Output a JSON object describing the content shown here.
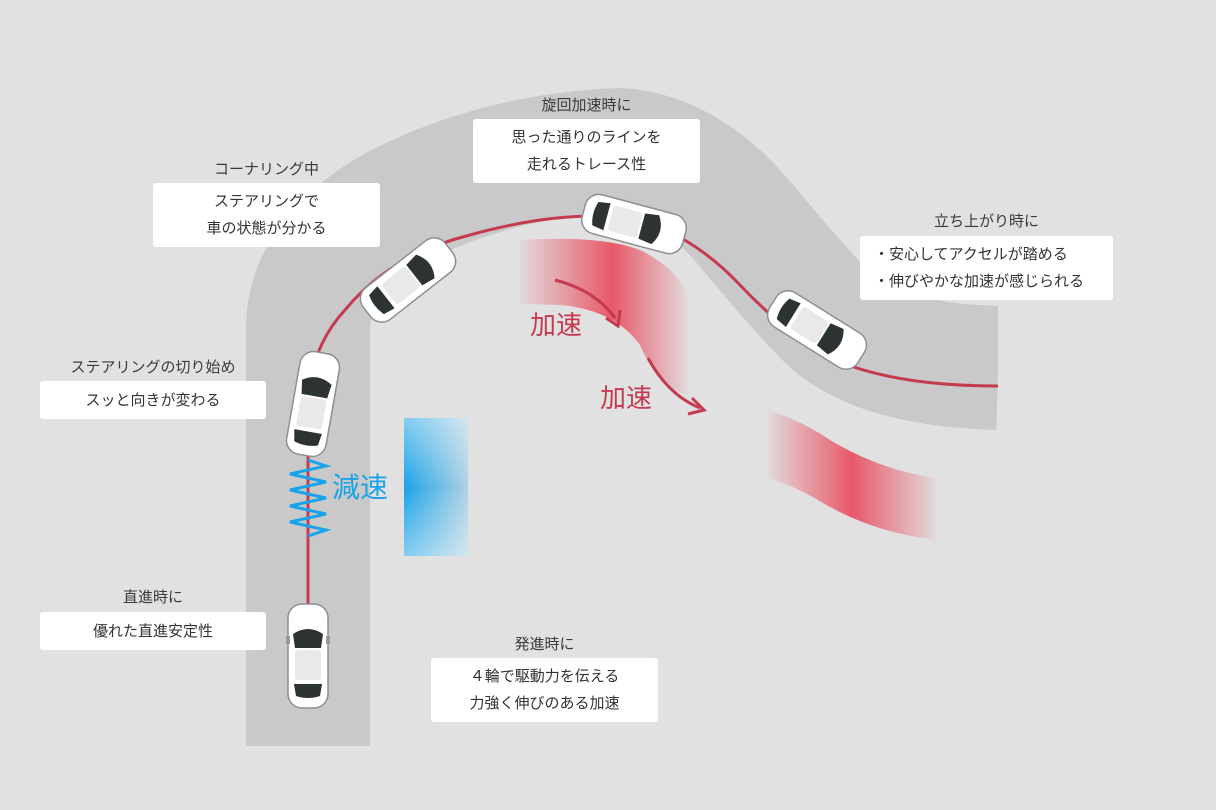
{
  "stages": [
    {
      "heading": "直進時に",
      "lines": [
        "優れた直進安定性"
      ]
    },
    {
      "heading": "ステアリングの切り始め",
      "lines": [
        "スッと向きが変わる"
      ]
    },
    {
      "heading": "コーナリング中",
      "lines": [
        "ステアリングで",
        "車の状態が分かる"
      ]
    },
    {
      "heading": "旋回加速時に",
      "lines": [
        "思った通りのラインを",
        "走れるトレース性"
      ]
    },
    {
      "heading": "立ち上がり時に",
      "lines": [
        "・安心してアクセルが踏める",
        "・伸びやかな加速が感じられる"
      ]
    },
    {
      "heading": "発進時に",
      "lines": [
        "４輪で駆動力を伝える",
        "力強く伸びのある加速"
      ]
    }
  ],
  "forces": {
    "decel_label": "減速",
    "accel_label_1": "加速",
    "accel_label_2": "加速"
  },
  "colors": {
    "background": "#e1e1e1",
    "road": "#c9c9c9",
    "driving_line": "#c63a50",
    "decel_blue": "#1aa3e8",
    "accel_red": "#e94a5c",
    "card": "#ffffff"
  }
}
